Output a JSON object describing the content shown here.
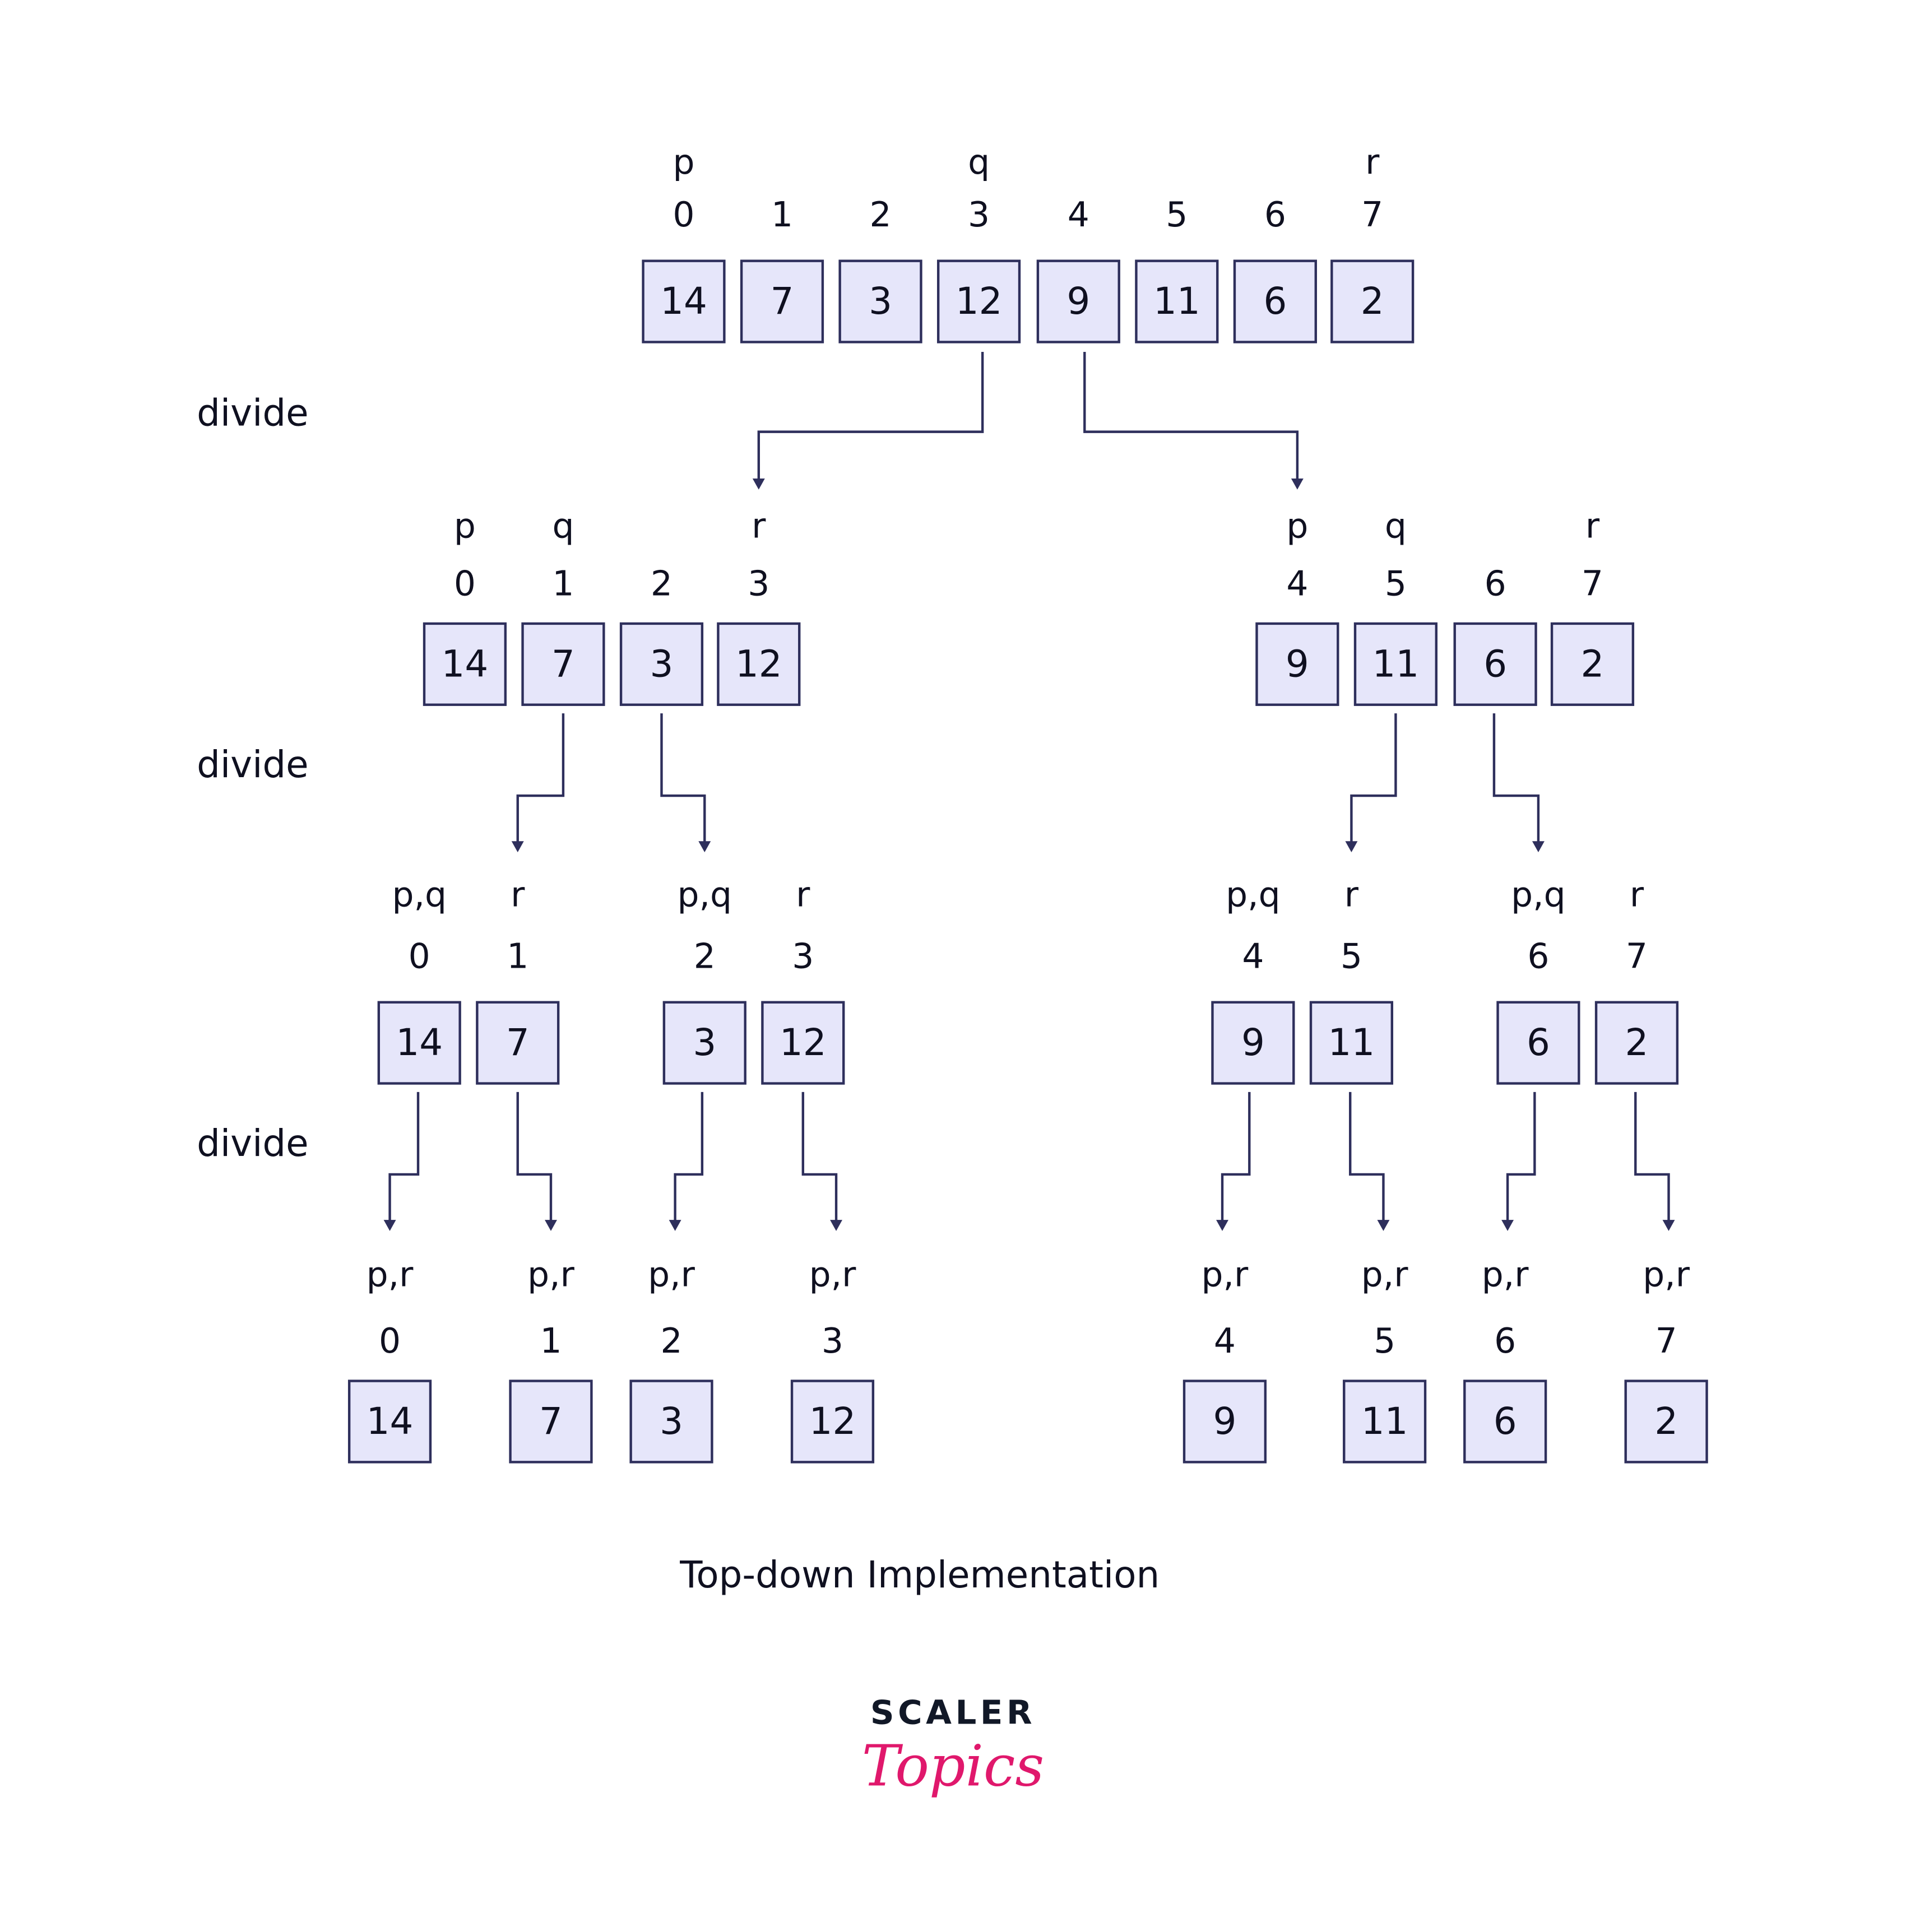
{
  "diagram": {
    "caption": "Top-down Implementation",
    "step_label": "divide",
    "colors": {
      "box_fill": "#E6E6FA",
      "stroke": "#2E2F5C",
      "text": "#0f1020",
      "logo_dark": "#111827",
      "logo_pink": "#E0186C"
    },
    "levels": [
      {
        "groups": [
          {
            "cells": [
              {
                "index": "0",
                "value": "14",
                "marker": "p"
              },
              {
                "index": "1",
                "value": "7",
                "marker": ""
              },
              {
                "index": "2",
                "value": "3",
                "marker": ""
              },
              {
                "index": "3",
                "value": "12",
                "marker": "q"
              },
              {
                "index": "4",
                "value": "9",
                "marker": ""
              },
              {
                "index": "5",
                "value": "11",
                "marker": ""
              },
              {
                "index": "6",
                "value": "6",
                "marker": ""
              },
              {
                "index": "7",
                "value": "2",
                "marker": "r"
              }
            ]
          }
        ]
      },
      {
        "groups": [
          {
            "cells": [
              {
                "index": "0",
                "value": "14",
                "marker": "p"
              },
              {
                "index": "1",
                "value": "7",
                "marker": "q"
              },
              {
                "index": "2",
                "value": "3",
                "marker": ""
              },
              {
                "index": "3",
                "value": "12",
                "marker": "r"
              }
            ]
          },
          {
            "cells": [
              {
                "index": "4",
                "value": "9",
                "marker": "p"
              },
              {
                "index": "5",
                "value": "11",
                "marker": "q"
              },
              {
                "index": "6",
                "value": "6",
                "marker": ""
              },
              {
                "index": "7",
                "value": "2",
                "marker": "r"
              }
            ]
          }
        ]
      },
      {
        "groups": [
          {
            "cells": [
              {
                "index": "0",
                "value": "14",
                "marker": "p,q"
              },
              {
                "index": "1",
                "value": "7",
                "marker": "r"
              },
              {
                "index": "2",
                "value": "3",
                "marker": "p,q"
              },
              {
                "index": "3",
                "value": "12",
                "marker": "r"
              }
            ]
          },
          {
            "cells": [
              {
                "index": "4",
                "value": "9",
                "marker": "p,q"
              },
              {
                "index": "5",
                "value": "11",
                "marker": "r"
              },
              {
                "index": "6",
                "value": "6",
                "marker": "p,q"
              },
              {
                "index": "7",
                "value": "2",
                "marker": "r"
              }
            ]
          }
        ]
      },
      {
        "groups": [
          {
            "cells": [
              {
                "index": "0",
                "value": "14",
                "marker": "p,r"
              },
              {
                "index": "1",
                "value": "7",
                "marker": "p,r"
              },
              {
                "index": "2",
                "value": "3",
                "marker": "p,r"
              },
              {
                "index": "3",
                "value": "12",
                "marker": "p,r"
              }
            ]
          },
          {
            "cells": [
              {
                "index": "4",
                "value": "9",
                "marker": "p,r"
              },
              {
                "index": "5",
                "value": "11",
                "marker": "p,r"
              },
              {
                "index": "6",
                "value": "6",
                "marker": "p,r"
              },
              {
                "index": "7",
                "value": "2",
                "marker": "p,r"
              }
            ]
          }
        ]
      }
    ]
  },
  "logo": {
    "word1": "SCALER",
    "word2": "Topics"
  }
}
